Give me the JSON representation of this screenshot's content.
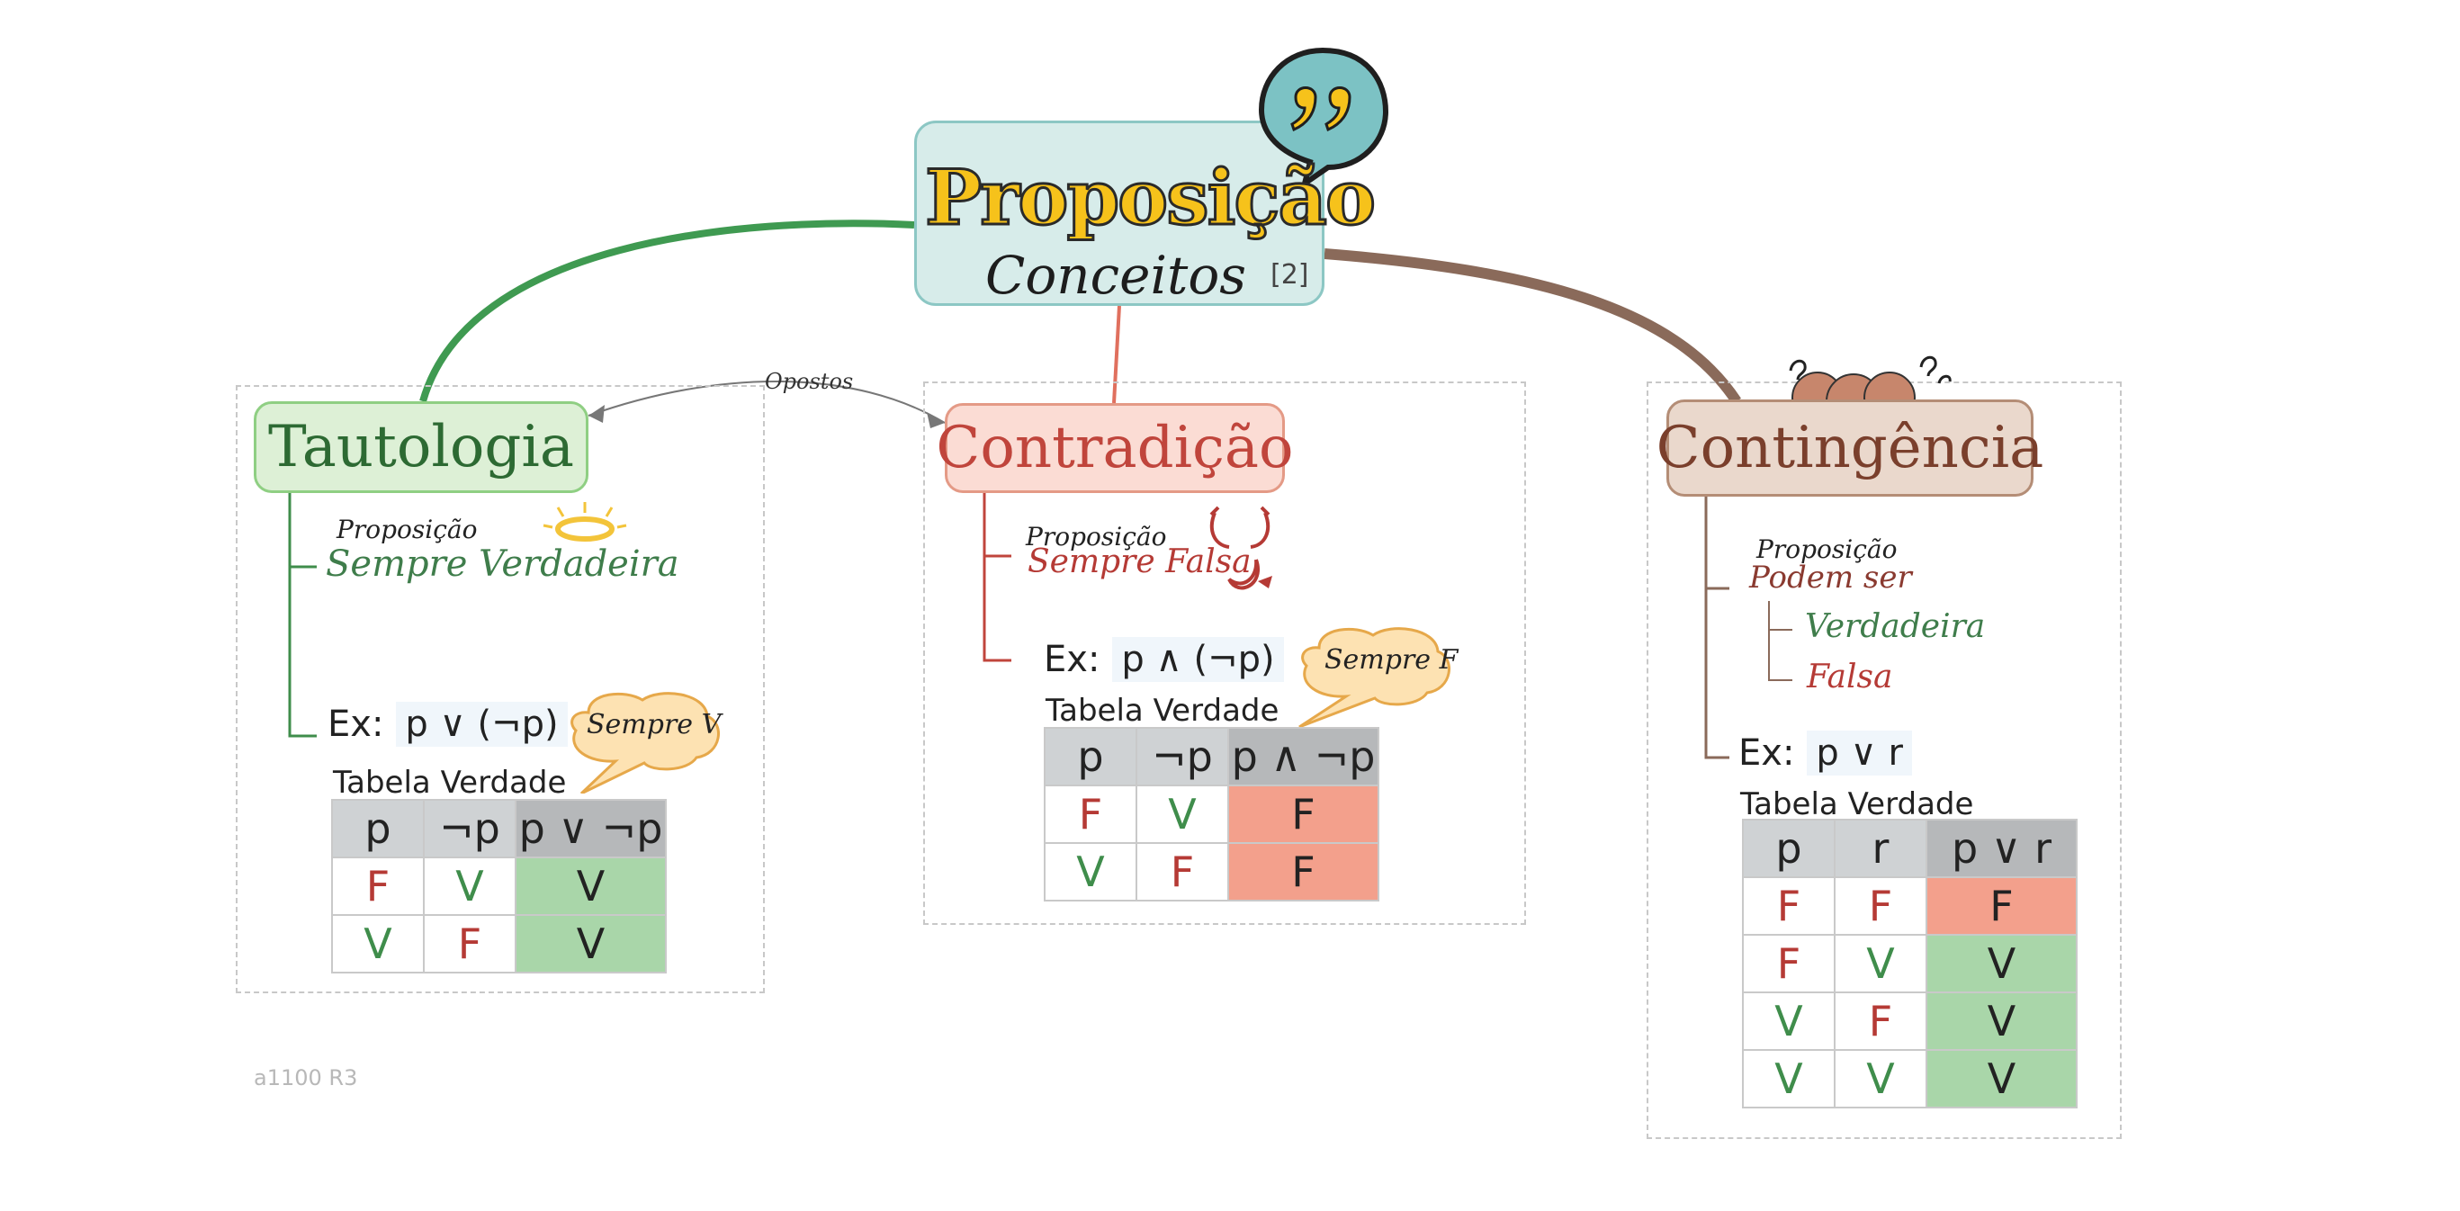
{
  "root": {
    "title": "Proposição",
    "subtitle": "Conceitos",
    "note": "[2]"
  },
  "link_label": "Opostos",
  "tautologia": {
    "title": "Tautologia",
    "prefix": "Proposição",
    "label": "Sempre Verdadeira",
    "ex_label": "Ex:",
    "ex_expr": "p ∨ (¬p)",
    "callout": "Sempre V",
    "table_title": "Tabela Verdade",
    "headers": [
      "p",
      "¬p",
      "p ∨ ¬p"
    ],
    "rows": [
      [
        "F",
        "V",
        "V"
      ],
      [
        "V",
        "F",
        "V"
      ]
    ]
  },
  "contradicao": {
    "title": "Contradição",
    "prefix": "Proposição",
    "label": "Sempre Falsa",
    "ex_label": "Ex:",
    "ex_expr": "p ∧ (¬p)",
    "callout": "Sempre F",
    "table_title": "Tabela Verdade",
    "headers": [
      "p",
      "¬p",
      "p ∧ ¬p"
    ],
    "rows": [
      [
        "F",
        "V",
        "F"
      ],
      [
        "V",
        "F",
        "F"
      ]
    ]
  },
  "contingencia": {
    "title": "Contingência",
    "prefix": "Proposição",
    "label": "Podem ser",
    "sub1": "Verdadeira",
    "sub2": "Falsa",
    "ex_label": "Ex:",
    "ex_expr": "p ∨ r",
    "table_title": "Tabela Verdade",
    "headers": [
      "p",
      "r",
      "p ∨ r"
    ],
    "rows": [
      [
        "F",
        "F",
        "F"
      ],
      [
        "F",
        "V",
        "V"
      ],
      [
        "V",
        "F",
        "V"
      ],
      [
        "V",
        "V",
        "V"
      ]
    ]
  },
  "footer": "a1100 R3",
  "colors": {
    "green": "#3f8d4b",
    "red": "#b53a35",
    "brown": "#8a6a5a",
    "teal": "#8cc7c4"
  }
}
